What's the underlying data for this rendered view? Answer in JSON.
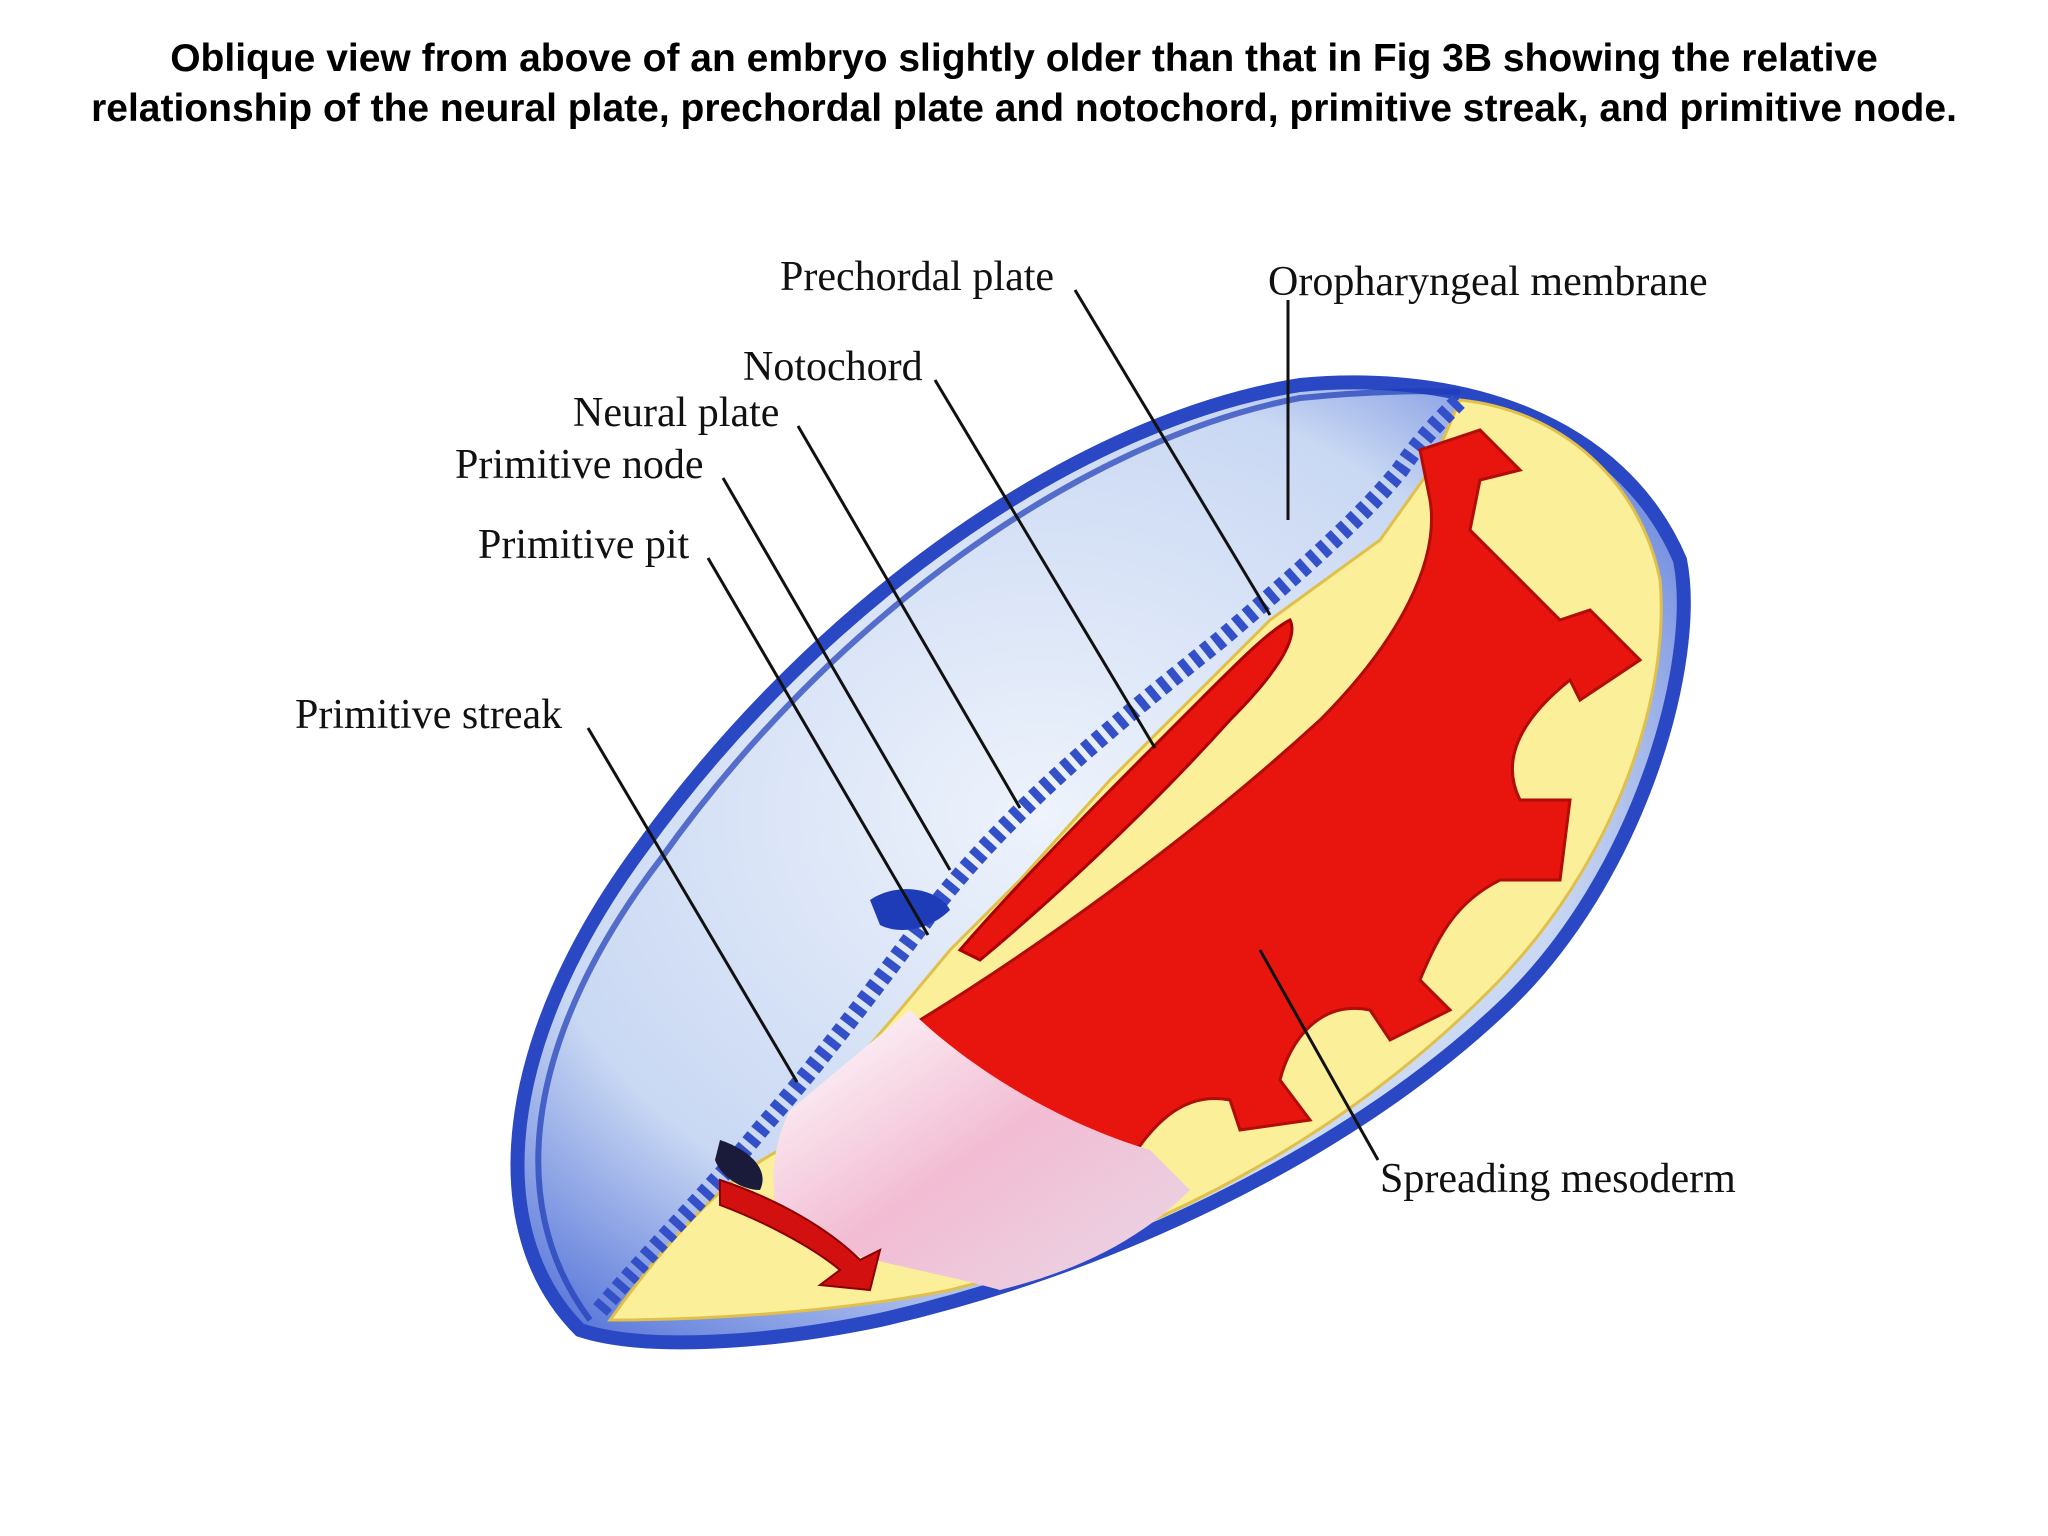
{
  "caption": "Oblique view from above of an embryo slightly older than that in Fig 3B showing the relative relationship of the neural plate, prechordal plate and notochord, primitive streak, and primitive node.",
  "labels": {
    "prechordal_plate": "Prechordal plate",
    "oropharyngeal_membrane": "Oropharyngeal membrane",
    "notochord": "Notochord",
    "neural_plate": "Neural plate",
    "primitive_node": "Primitive node",
    "primitive_pit": "Primitive pit",
    "primitive_streak": "Primitive streak",
    "spreading_mesoderm": "Spreading mesoderm"
  },
  "colors": {
    "ectoderm_blue": "#3a5fd6",
    "ectoderm_light": "#d8e4f7",
    "endoderm_yellow": "#fbef9a",
    "mesoderm_red": "#e8140e",
    "streak_pink": "#f3c4d6"
  }
}
